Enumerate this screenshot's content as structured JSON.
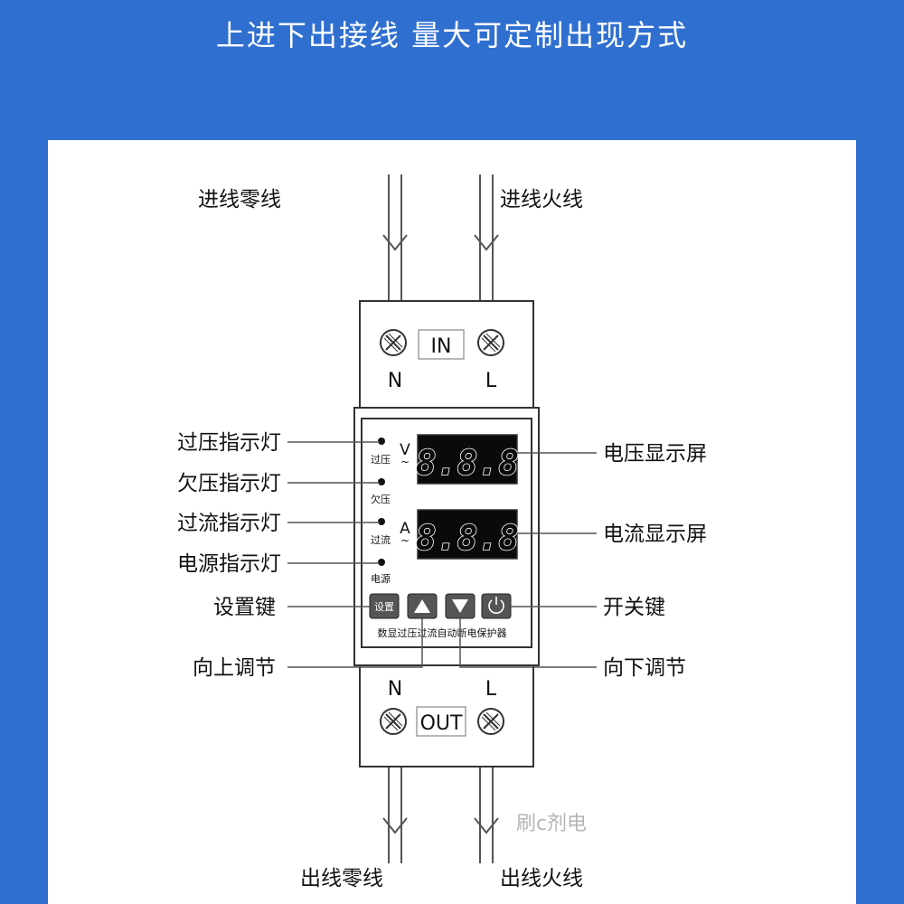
{
  "banner": {
    "title": "上进下出接线    量大可定制出现方式"
  },
  "device": {
    "in_label": "IN",
    "out_label": "OUT",
    "n_label": "N",
    "l_label": "L",
    "volt_unit": "V",
    "amp_unit": "A",
    "display_text": "8.8.8",
    "indicator_overvoltage": "过压",
    "indicator_undervoltage": "欠压",
    "indicator_overcurrent": "过流",
    "indicator_power": "电源",
    "set_button": "设置",
    "front_caption": "数显过压过流自动断电保护器",
    "watermark": "刷c剂电"
  },
  "callouts": {
    "in_neutral": "进线零线",
    "in_live": "进线火线",
    "out_neutral": "出线零线",
    "out_live": "出线火线",
    "overvoltage_lamp": "过压指示灯",
    "undervoltage_lamp": "欠压指示灯",
    "overcurrent_lamp": "过流指示灯",
    "power_lamp": "电源指示灯",
    "set_key": "设置键",
    "up_adjust": "向上调节",
    "voltage_screen": "电压显示屏",
    "current_screen": "电流显示屏",
    "power_key": "开关键",
    "down_adjust": "向下调节"
  },
  "colors": {
    "banner_blue": "#2f6fd0",
    "panel_white": "#ffffff",
    "line_gray": "#555555"
  }
}
